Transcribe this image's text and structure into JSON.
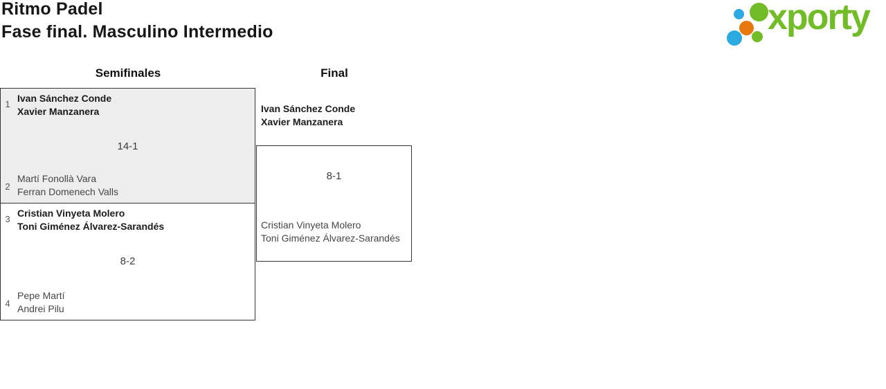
{
  "header": {
    "title": "Ritmo Padel",
    "subtitle": "Fase final. Masculino Intermedio"
  },
  "logo": {
    "brand": "xporty"
  },
  "bracket": {
    "rounds": [
      {
        "label": "Semifinales"
      },
      {
        "label": "Final"
      }
    ],
    "semifinals": [
      {
        "score": "14-1",
        "team1": {
          "seed": "1",
          "players": [
            "Ivan Sánchez Conde",
            "Xavier Manzanera"
          ],
          "winner": true
        },
        "team2": {
          "seed": "2",
          "players": [
            "Martí Fonollà Vara",
            "Ferran Domenech Valls"
          ],
          "winner": false
        }
      },
      {
        "score": "8-2",
        "team1": {
          "seed": "3",
          "players": [
            "Cristian Vinyeta Molero",
            "Toni Giménez Álvarez-Sarandés"
          ],
          "winner": true
        },
        "team2": {
          "seed": "4",
          "players": [
            "Pepe Martí",
            "Andrei Pilu"
          ],
          "winner": false
        }
      }
    ],
    "final": {
      "score": "8-1",
      "team1": {
        "players": [
          "Ivan Sánchez Conde",
          "Xavier Manzanera"
        ],
        "winner": true
      },
      "team2": {
        "players": [
          "Cristian Vinyeta Molero",
          "Toni Giménez Álvarez-Sarandés"
        ],
        "winner": false
      }
    }
  },
  "colors": {
    "brand_green": "#72BC27",
    "brand_blue": "#2BA9E0",
    "brand_orange": "#E8780D",
    "match_alt_bg": "#EDEDED",
    "border": "#333333"
  }
}
